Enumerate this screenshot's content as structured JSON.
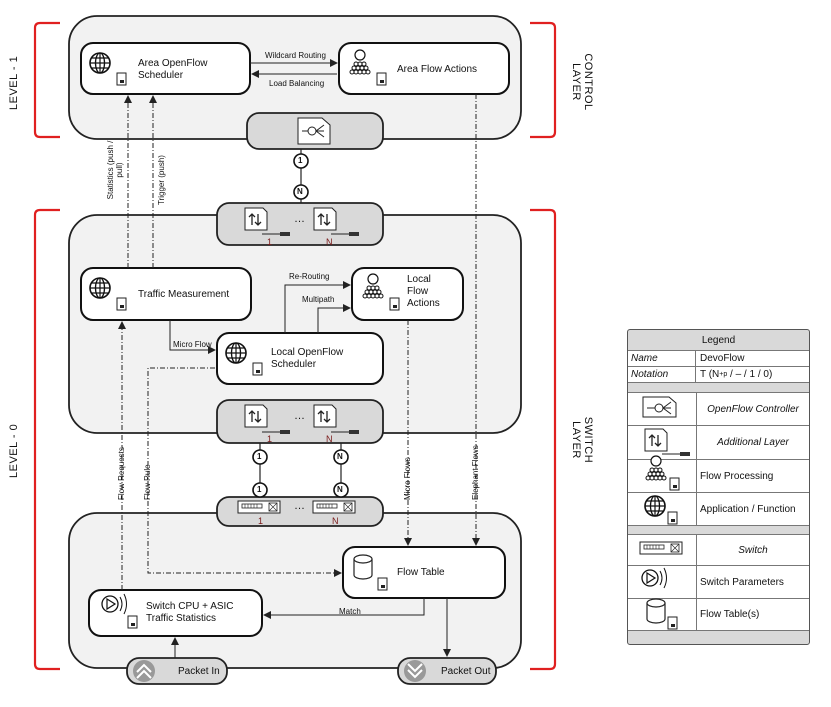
{
  "side_labels": {
    "level_1": "LEVEL - 1",
    "level_0": "LEVEL - 0",
    "control_layer": "CONTROL LAYER",
    "switch_layer": "SWITCH LAYER"
  },
  "control_layer": {
    "area_openflow_scheduler": "Area OpenFlow Scheduler",
    "area_flow_actions": "Area Flow Actions",
    "wildcard_routing": "Wildcard Routing",
    "load_balancing": "Load Balancing"
  },
  "links": {
    "one_a": "1",
    "n_a": "N",
    "one_b": "1",
    "n_b": "N",
    "one_c": "1",
    "n_c": "N",
    "ellipsis": "…"
  },
  "additional_layer_top": {
    "left_num": "1",
    "right_num": "N",
    "ellipsis": "…"
  },
  "additional_layer_bottom": {
    "left_num": "1",
    "right_num": "N",
    "ellipsis": "…"
  },
  "switch_bar": {
    "left_num": "1",
    "right_num": "N",
    "ellipsis": "…"
  },
  "switch_layer": {
    "traffic_measurement": "Traffic Measurement",
    "local_flow_actions": "Local Flow Actions",
    "local_openflow_scheduler": "Local OpenFlow Scheduler",
    "re_routing": "Re-Routing",
    "multipath": "Multipath",
    "micro_flow": "Micro Flow"
  },
  "vertical_labels": {
    "statistics": "Statistics (push / pull)",
    "trigger": "Trigger (push)",
    "flow_requests": "Flow Requests",
    "flow_rule": "Flow Rule",
    "micro_flows": "Micro Flows",
    "elephant_flows": "Elephant Flows"
  },
  "hardware": {
    "flow_table": "Flow Table",
    "switch_cpu": "Switch CPU + ASIC Traffic Statistics",
    "match": "Match",
    "packet_in": "Packet In",
    "packet_out": "Packet Out"
  },
  "legend": {
    "title": "Legend",
    "name_key": "Name",
    "name_val": "DevoFlow",
    "notation_key": "Notation",
    "notation_val": "T (N^+p / – / 1 / 0)",
    "items": [
      {
        "label": "OpenFlow Controller",
        "icon": "openflow-controller-icon"
      },
      {
        "label": "Additional Layer",
        "icon": "additional-layer-icon"
      },
      {
        "label": "Flow Processing",
        "icon": "flow-processing-icon"
      },
      {
        "label": "Application / Function",
        "icon": "globe-icon"
      },
      {
        "label": "Switch",
        "icon": "switch-icon"
      },
      {
        "label": "Switch Parameters",
        "icon": "switch-parameters-icon"
      },
      {
        "label": "Flow Table(s)",
        "icon": "flow-table-icon"
      }
    ]
  },
  "colors": {
    "bracket": "#e02020",
    "panel": "#f2f2f2",
    "bar": "#d9d9d9",
    "stroke": "#333333"
  }
}
